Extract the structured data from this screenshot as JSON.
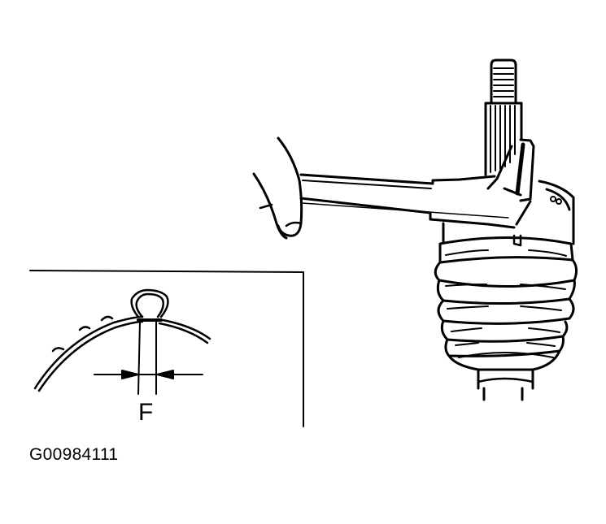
{
  "figure": {
    "id_label": "G00984111",
    "description": "Measuring boot clamp crimp width with caliper on drive axle CV joint boot",
    "inset": {
      "dimension_label": "F",
      "description": "Detail of boot clamp crimp showing measured width F"
    },
    "colors": {
      "line": "#000000",
      "background": "#ffffff"
    }
  }
}
